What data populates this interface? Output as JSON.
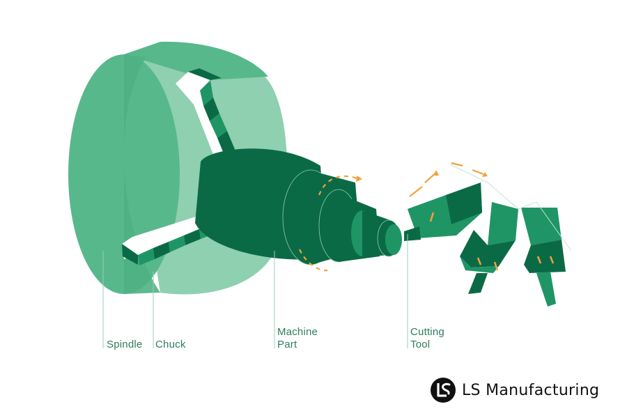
{
  "labels": {
    "spindle": "Spindle",
    "chuck": "Chuck",
    "machine_part": [
      "Machine",
      "Part"
    ],
    "cutting_tool": [
      "Cutting",
      "Tool"
    ]
  },
  "brand": {
    "name": "LS Manufacturing",
    "logo_icon": "ls-logo-icon"
  },
  "colors": {
    "dark_green": "#0b6a46",
    "mid_green": "#1f9566",
    "light_green": "#57b88b",
    "pale_green": "#8ed0b0",
    "orange": "#f2a13a",
    "label": "#2e7d5b",
    "leader_line": "#9ad1b5"
  }
}
